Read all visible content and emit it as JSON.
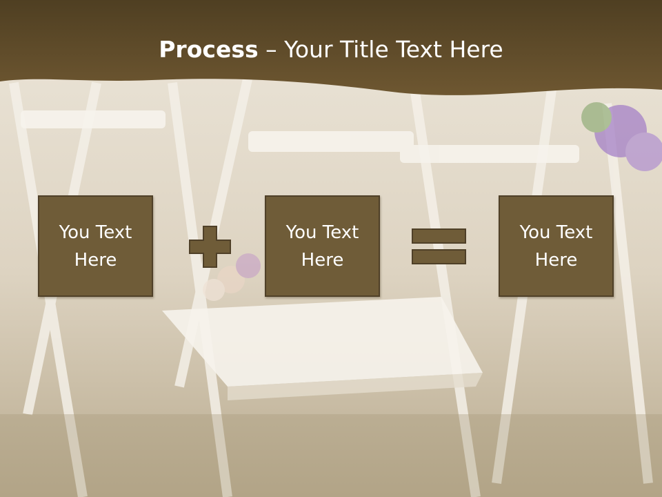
{
  "title": {
    "bold": "Process",
    "separator": " – ",
    "rest": "Your Title Text Here"
  },
  "boxes": [
    {
      "text": "You Text Here"
    },
    {
      "text": "You Text Here"
    },
    {
      "text": "You Text Here"
    }
  ],
  "operators": [
    "plus-icon",
    "equals-icon"
  ],
  "colors": {
    "header_brown": "#5e4a2a",
    "box_fill": "#6f5c38",
    "box_border": "#4f4028",
    "operator_fill": "#6f5c38",
    "text_white": "#ffffff"
  }
}
